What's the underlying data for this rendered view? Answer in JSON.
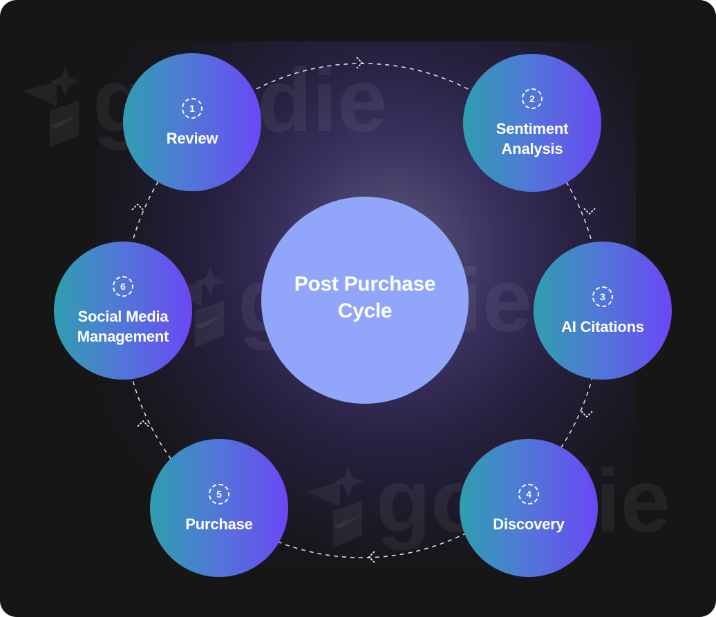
{
  "diagram": {
    "title": "Post Purchase Cycle",
    "title_lines": [
      "Post Purchase",
      "Cycle"
    ],
    "watermark_text": "goodie",
    "colors": {
      "background": "#161617",
      "center_fill": "#91a5fb",
      "node_gradient_start": "#2f9eb0",
      "node_gradient_end": "#6a48f5",
      "text": "#ffffff",
      "connector": "#ffffff"
    },
    "steps": [
      {
        "number": "1",
        "label": "Review",
        "lines": [
          "Review"
        ]
      },
      {
        "number": "2",
        "label": "Sentiment Analysis",
        "lines": [
          "Sentiment",
          "Analysis"
        ]
      },
      {
        "number": "3",
        "label": "AI Citations",
        "lines": [
          "AI Citations"
        ]
      },
      {
        "number": "4",
        "label": "Discovery",
        "lines": [
          "Discovery"
        ]
      },
      {
        "number": "5",
        "label": "Purchase",
        "lines": [
          "Purchase"
        ]
      },
      {
        "number": "6",
        "label": "Social Media Management",
        "lines": [
          "Social Media",
          "Management"
        ]
      }
    ],
    "connector_style": "dashed clockwise ring with arrowheads"
  }
}
